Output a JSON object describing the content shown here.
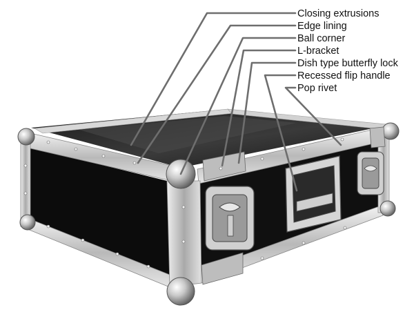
{
  "callouts": [
    {
      "id": "closing-extrusions",
      "label": "Closing extrusions"
    },
    {
      "id": "edge-lining",
      "label": "Edge lining"
    },
    {
      "id": "ball-corner",
      "label": "Ball corner"
    },
    {
      "id": "l-bracket",
      "label": "L-bracket"
    },
    {
      "id": "dish-lock",
      "label": "Dish type butterfly lock"
    },
    {
      "id": "recessed-handle",
      "label": "Recessed flip handle"
    },
    {
      "id": "pop-rivet",
      "label": "Pop rivet"
    }
  ],
  "colors": {
    "panel_black": "#0c0c0c",
    "aluminium": "#c9c9c9",
    "leader_line": "#6e6e6e"
  }
}
